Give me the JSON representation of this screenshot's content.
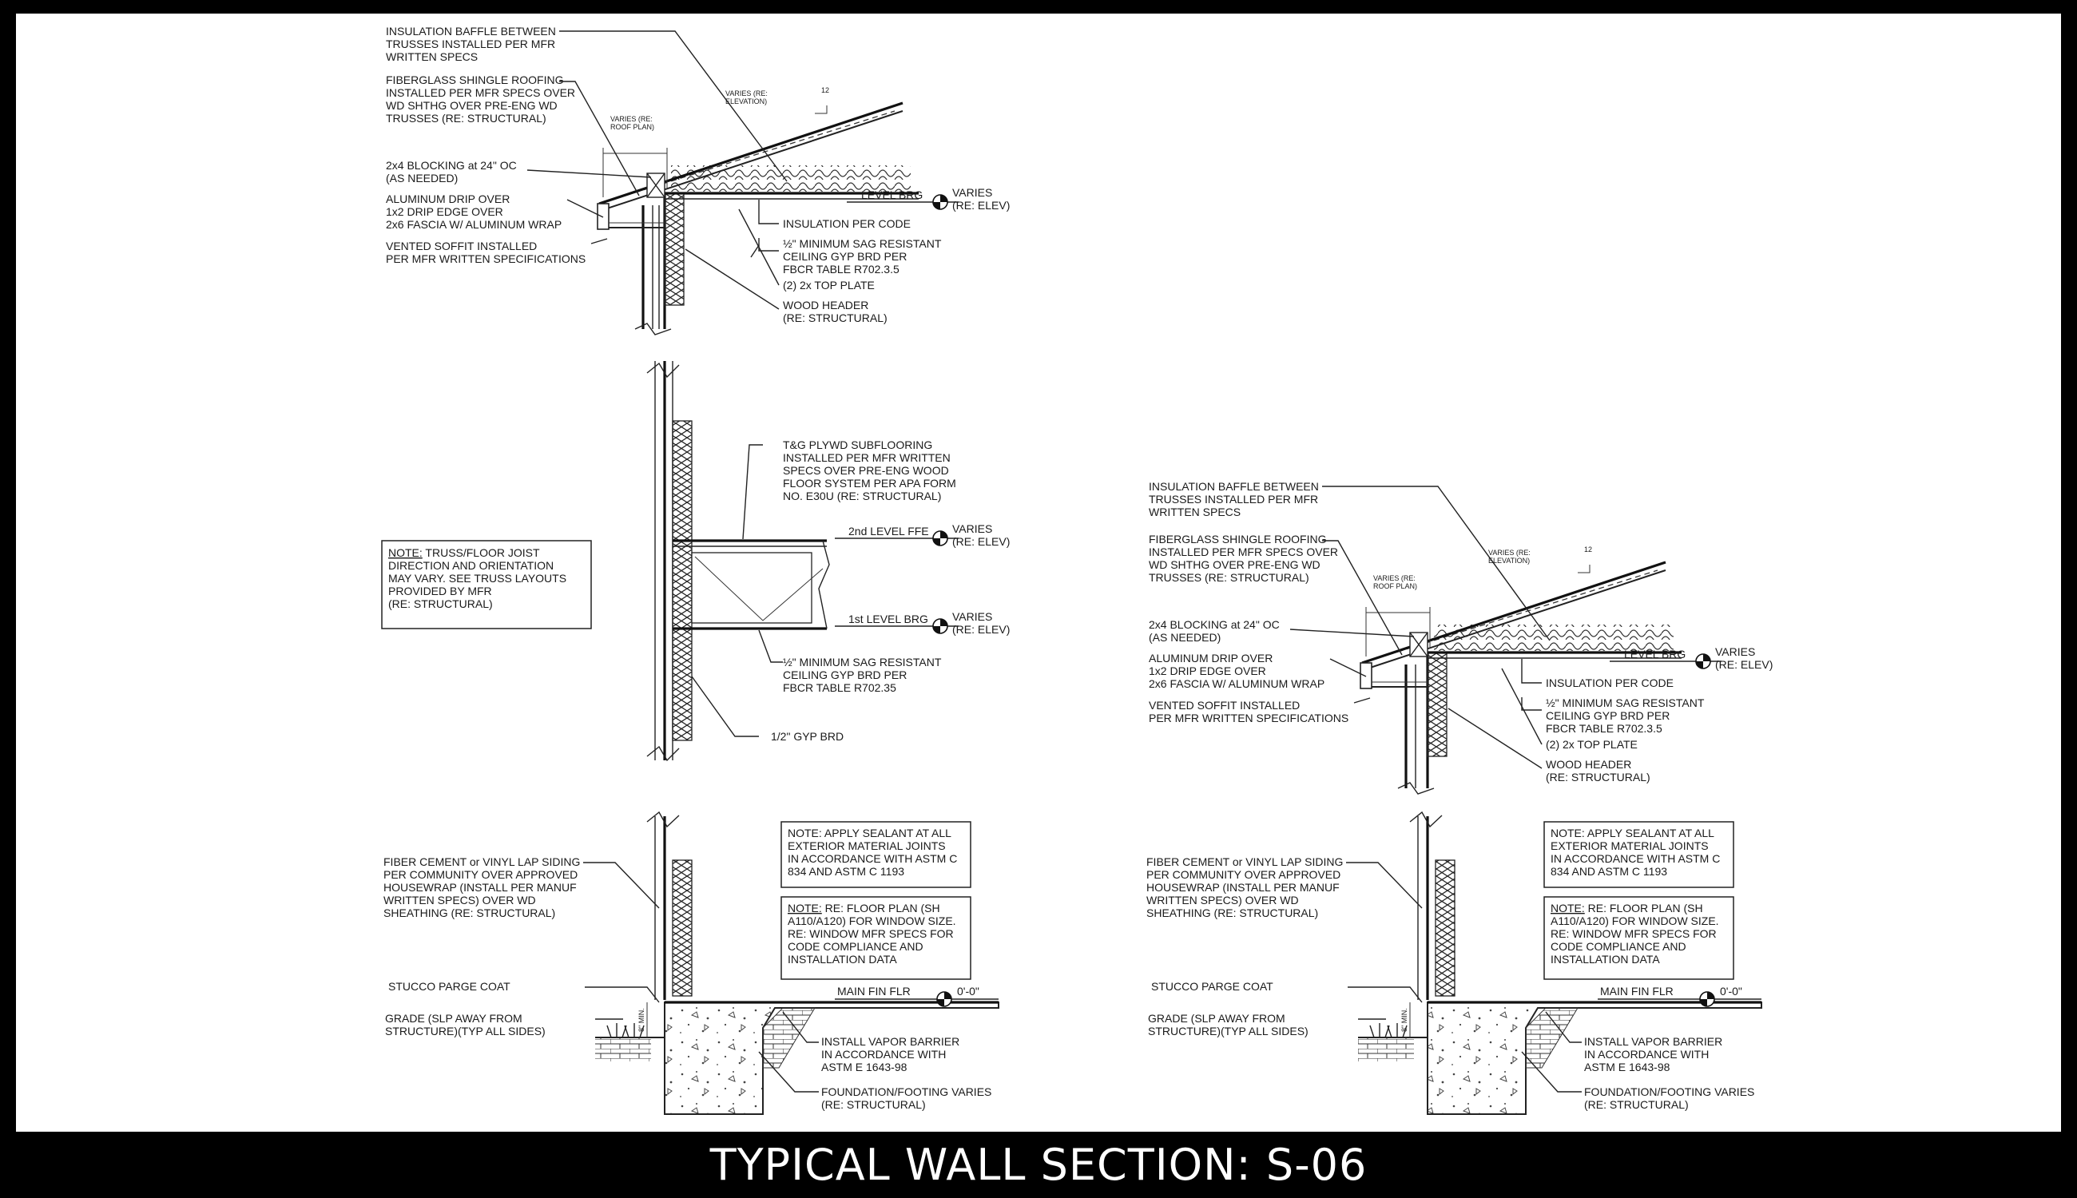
{
  "caption": "TYPICAL WALL SECTION: S-06",
  "roof_left": {
    "baffle": [
      "INSULATION BAFFLE BETWEEN",
      "TRUSSES INSTALLED PER MFR",
      "WRITTEN SPECS"
    ],
    "shingle": [
      "FIBERGLASS SHINGLE ROOFING",
      "INSTALLED PER MFR SPECS OVER",
      "WD SHTHG OVER PRE-ENG WD",
      "TRUSSES (RE: STRUCTURAL)"
    ],
    "pitch": [
      "VARIES (RE:",
      "ELEVATION)",
      "12"
    ],
    "overhang": [
      "VARIES (RE:",
      "ROOF PLAN)"
    ],
    "blocking": [
      "2x4 BLOCKING at 24\" OC",
      "(AS NEEDED)"
    ],
    "drip": [
      "ALUMINUM DRIP OVER",
      "1x2 DRIP EDGE OVER",
      "2x6 FASCIA W/ ALUMINUM WRAP"
    ],
    "soffit": [
      "VENTED SOFFIT INSTALLED",
      "PER MFR WRITTEN SPECIFICATIONS"
    ],
    "level_label": "LEVEL BRG",
    "level_value": [
      "VARIES",
      "(RE: ELEV)"
    ],
    "insulation": "INSULATION PER CODE",
    "gyp": [
      "½\" MINIMUM SAG RESISTANT",
      "CEILING GYP BRD PER",
      "FBCR TABLE R702.3.5"
    ],
    "top_plate": "(2) 2x TOP PLATE",
    "header": [
      "WOOD HEADER",
      "(RE: STRUCTURAL)"
    ]
  },
  "roof_right": {
    "baffle": [
      "INSULATION BAFFLE BETWEEN",
      "TRUSSES INSTALLED PER MFR",
      "WRITTEN SPECS"
    ],
    "shingle": [
      "FIBERGLASS SHINGLE ROOFING",
      "INSTALLED PER MFR SPECS OVER",
      "WD SHTHG OVER PRE-ENG WD",
      "TRUSSES (RE: STRUCTURAL)"
    ],
    "pitch": [
      "VARIES (RE:",
      "ELEVATION)",
      "12"
    ],
    "overhang": [
      "VARIES (RE:",
      "ROOF PLAN)"
    ],
    "blocking": [
      "2x4 BLOCKING at 24\" OC",
      "(AS NEEDED)"
    ],
    "drip": [
      "ALUMINUM DRIP OVER",
      "1x2 DRIP EDGE OVER",
      "2x6 FASCIA W/ ALUMINUM WRAP"
    ],
    "soffit": [
      "VENTED SOFFIT INSTALLED",
      "PER MFR WRITTEN SPECIFICATIONS"
    ],
    "level_label": "LEVEL BRG",
    "level_value": [
      "VARIES",
      "(RE: ELEV)"
    ],
    "insulation": "INSULATION PER CODE",
    "gyp": [
      "½\" MINIMUM SAG RESISTANT",
      "CEILING GYP BRD PER",
      "FBCR TABLE R702.3.5"
    ],
    "top_plate": "(2) 2x TOP PLATE",
    "header": [
      "WOOD HEADER",
      "(RE: STRUCTURAL)"
    ]
  },
  "floor_mid": {
    "subfloor": [
      "T&G PLYWD SUBFLOORING",
      "INSTALLED PER MFR WRITTEN",
      "SPECS OVER PRE-ENG WOOD",
      "FLOOR SYSTEM PER APA FORM",
      "NO. E30U (RE: STRUCTURAL)"
    ],
    "level2_label": "2nd LEVEL FFE",
    "level2_value": [
      "VARIES",
      "(RE: ELEV)"
    ],
    "level1_label": "1st LEVEL BRG",
    "level1_value": [
      "VARIES",
      "(RE: ELEV)"
    ],
    "gyp": [
      "½\" MINIMUM SAG RESISTANT",
      "CEILING GYP BRD PER",
      "FBCR TABLE R702.35"
    ],
    "half_gyp": "1/2\" GYP BRD",
    "note_head": "NOTE:",
    "note": [
      " TRUSS/FLOOR JOIST",
      "DIRECTION AND ORIENTATION",
      "MAY VARY. SEE TRUSS LAYOUTS",
      "PROVIDED BY MFR",
      "(RE: STRUCTURAL)"
    ]
  },
  "base_left": {
    "siding": [
      "FIBER CEMENT or VINYL LAP SIDING",
      "PER COMMUNITY OVER APPROVED",
      "HOUSEWRAP (INSTALL PER MANUF",
      "WRITTEN SPECS) OVER WD",
      "SHEATHING (RE: STRUCTURAL)"
    ],
    "sealant": [
      "NOTE:  APPLY SEALANT AT ALL",
      "EXTERIOR MATERIAL JOINTS",
      "IN ACCORDANCE WITH ASTM C",
      "834 AND ASTM C 1193"
    ],
    "window_head": "NOTE:",
    "window": [
      " RE: FLOOR PLAN (SH",
      "A110/A120) FOR WINDOW SIZE.",
      "RE: WINDOW MFR SPECS FOR",
      "CODE COMPLIANCE AND",
      "INSTALLATION DATA"
    ],
    "stucco": "STUCCO PARGE COAT",
    "grade": [
      "GRADE (SLP AWAY FROM",
      "STRUCTURE)(TYP ALL SIDES)"
    ],
    "fin_label": "MAIN FIN FLR",
    "fin_value": "0'-0\"",
    "min": "8\" MIN.",
    "vapor": [
      "INSTALL VAPOR BARRIER",
      "IN ACCORDANCE WITH",
      "ASTM E 1643-98"
    ],
    "footing": [
      "FOUNDATION/FOOTING VARIES",
      "(RE: STRUCTURAL)"
    ]
  },
  "base_right": {
    "siding": [
      "FIBER CEMENT or VINYL LAP SIDING",
      "PER COMMUNITY OVER APPROVED",
      "HOUSEWRAP (INSTALL PER MANUF",
      "WRITTEN SPECS) OVER WD",
      "SHEATHING (RE: STRUCTURAL)"
    ],
    "sealant": [
      "NOTE:  APPLY SEALANT AT ALL",
      "EXTERIOR MATERIAL JOINTS",
      "IN ACCORDANCE WITH ASTM C",
      "834 AND ASTM C 1193"
    ],
    "window_head": "NOTE:",
    "window": [
      " RE: FLOOR PLAN (SH",
      "A110/A120) FOR WINDOW SIZE.",
      "RE: WINDOW MFR SPECS FOR",
      "CODE COMPLIANCE AND",
      "INSTALLATION DATA"
    ],
    "stucco": "STUCCO PARGE COAT",
    "grade": [
      "GRADE (SLP AWAY FROM",
      "STRUCTURE)(TYP ALL SIDES)"
    ],
    "fin_label": "MAIN FIN FLR",
    "fin_value": "0'-0\"",
    "min": "8\" MIN.",
    "vapor": [
      "INSTALL VAPOR BARRIER",
      "IN ACCORDANCE WITH",
      "ASTM E 1643-98"
    ],
    "footing": [
      "FOUNDATION/FOOTING VARIES",
      "(RE: STRUCTURAL)"
    ]
  }
}
